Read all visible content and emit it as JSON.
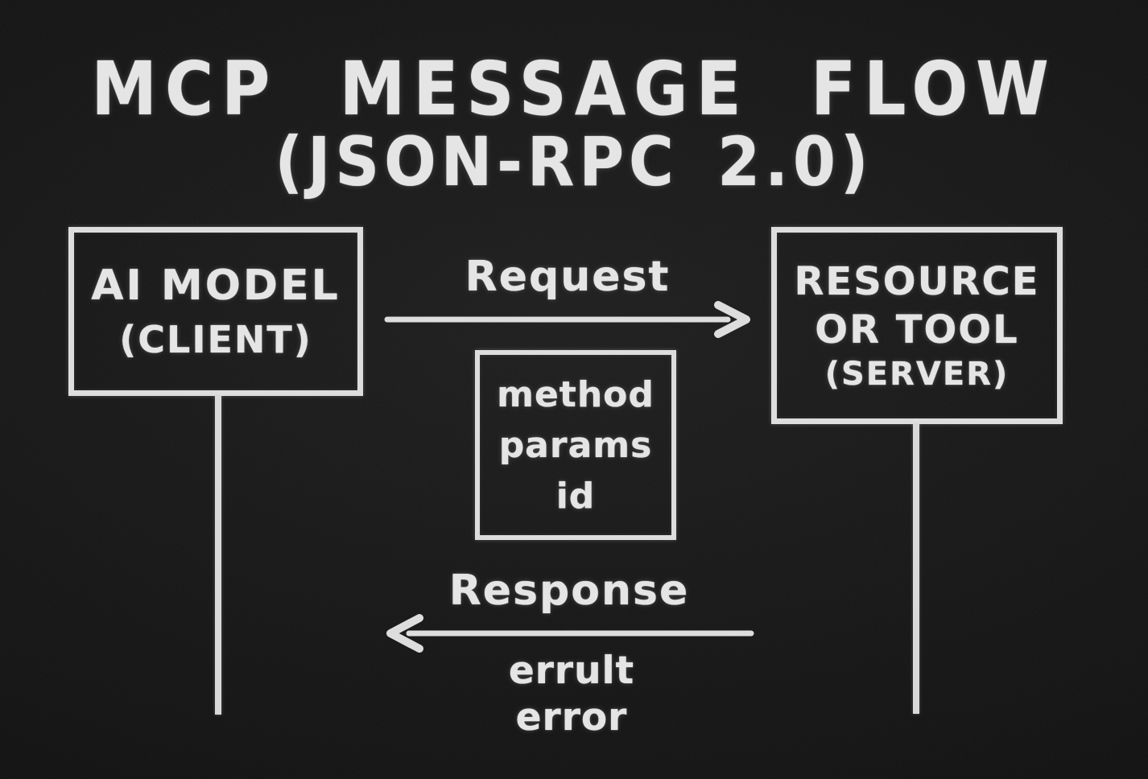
{
  "colors": {
    "background": "#151515",
    "chalk": "#e4e4e4"
  },
  "title": {
    "line1": "MCP MESSAGE FLOW",
    "line2": "(JSON-RPC 2.0)"
  },
  "client_box": {
    "line1": "AI MODEL",
    "line2": "(CLIENT)"
  },
  "server_box": {
    "line1": "RESOURCE",
    "line2": "OR TOOL",
    "line3": "(SERVER)"
  },
  "message_box": {
    "fields": [
      "method",
      "params",
      "id"
    ]
  },
  "request_flow": {
    "label": "Request"
  },
  "response_flow": {
    "label": "Response",
    "payload_line1": "errult",
    "payload_line2": "error"
  }
}
